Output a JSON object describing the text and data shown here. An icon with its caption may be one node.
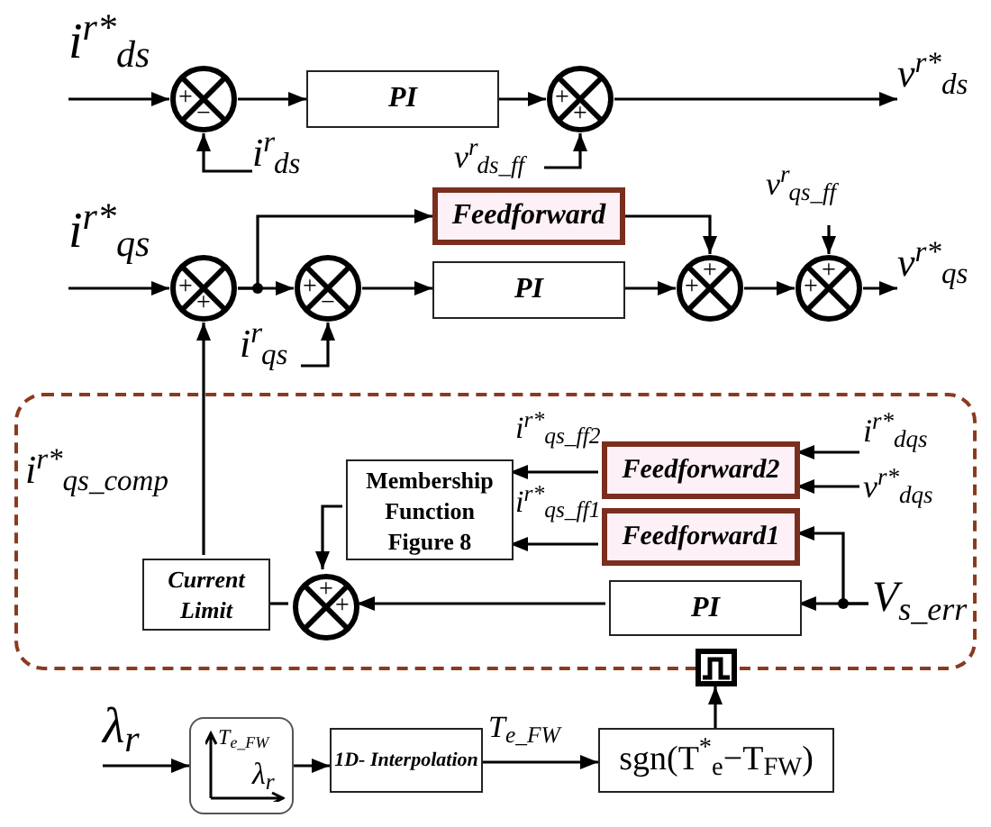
{
  "diagram": {
    "nodes": [
      {
        "text": [
          "i$^{r*}$$_{ds}$"
        ]
      },
      {
        "text": [
          "+",
          "−"
        ]
      },
      {
        "text": [
          "PI"
        ]
      },
      {
        "text": [
          "+",
          "+"
        ]
      },
      {
        "text": [
          "v$^{r*}$$_{ds}$"
        ]
      },
      {
        "text": [
          "i$^{r}$$_{ds}$"
        ]
      },
      {
        "text": [
          "v$^{r}$$_{ds_ff}$"
        ]
      },
      {
        "text": [
          "Feedforward"
        ]
      },
      {
        "text": [
          "v$^{r}$$_{qs_ff}$"
        ]
      },
      {
        "text": [
          "i$^{r*}$$_{qs}$"
        ]
      },
      {
        "text": [
          "+",
          "+"
        ]
      },
      {
        "text": [
          "+",
          "−"
        ]
      },
      {
        "text": [
          "PI"
        ]
      },
      {
        "text": [
          "+",
          "+"
        ]
      },
      {
        "text": [
          "+",
          "+"
        ]
      },
      {
        "text": [
          "v$^{r*}$$_{qs}$"
        ]
      },
      {
        "text": [
          "i$^{r}$$_{qs}$"
        ]
      },
      {
        "text": [],
        "shape": "box"
      },
      {
        "text": [
          "Membership Function Figure 8"
        ],
        "in": 17
      },
      {
        "text": [
          "Feedforward2"
        ],
        "in": 17
      },
      {
        "text": [
          "i$^{r*}$$_{dqs}$"
        ],
        "in": 17
      },
      {
        "text": [
          "v$^{r*}$$_{dqs}$"
        ],
        "in": 17
      },
      {
        "text": [
          "Feedforward1"
        ],
        "in": 17
      },
      {
        "text": [
          "Current Limit"
        ],
        "in": 17
      },
      {
        "text": [
          "+",
          "+"
        ],
        "in": 17
      },
      {
        "text": [
          "PI"
        ],
        "in": 17
      },
      {
        "text": [
          "V$_{s_err}$"
        ],
        "in": 17
      },
      {
        "text": [],
        "shape": "picture"
      },
      {
        "text": [
          "λ$_{r}$"
        ]
      },
      {
        "text": [
          "T$_{e_FW}$",
          "λ$_{r}$"
        ]
      },
      {
        "text": [
          "1D- Interpolation"
        ]
      },
      {
        "text": [
          "sgn(T$^{*}$$_{e}$−T$_{FW}$)"
        ]
      }
    ],
    "edges": [
      {
        "from": 0,
        "to": 1,
        "arrow": "to"
      },
      {
        "from": 1,
        "to": 2,
        "arrow": "to"
      },
      {
        "from": 2,
        "to": 3,
        "arrow": "to"
      },
      {
        "from": 3,
        "to": 4,
        "arrow": "to"
      },
      {
        "from": 5,
        "to": 1,
        "arrow": "to"
      },
      {
        "from": 6,
        "to": 3,
        "arrow": "to"
      },
      {
        "from": 9,
        "to": 10,
        "arrow": "to"
      },
      {
        "from": 10,
        "to": 11,
        "arrow": "to"
      },
      {
        "from": 10,
        "to": 7,
        "arrow": "to"
      },
      {
        "from": 11,
        "to": 12,
        "arrow": "to"
      },
      {
        "from": 12,
        "to": 13,
        "arrow": "to"
      },
      {
        "from": 7,
        "to": 13,
        "arrow": "to"
      },
      {
        "from": 13,
        "to": 14,
        "arrow": "to"
      },
      {
        "from": 8,
        "to": 14,
        "arrow": "to"
      },
      {
        "from": 14,
        "to": 15,
        "arrow": "to"
      },
      {
        "from": 16,
        "to": 11,
        "arrow": "to"
      },
      {
        "from": 23,
        "to": 10,
        "arrow": "to",
        "label": "i$^{r*}$$_{qs_comp}$"
      },
      {
        "from": 19,
        "to": 18,
        "arrow": "to",
        "label": "i$^{r*}$$_{qs_ff2}$"
      },
      {
        "from": 22,
        "to": 18,
        "arrow": "to",
        "label": "i$^{r*}$$_{qs_ff1}$"
      },
      {
        "from": 20,
        "to": 19,
        "arrow": "to"
      },
      {
        "from": 21,
        "to": 19,
        "arrow": "to"
      },
      {
        "from": 26,
        "to": 25,
        "arrow": "to"
      },
      {
        "from": 26,
        "to": 22,
        "arrow": "to"
      },
      {
        "from": 18,
        "to": 24,
        "arrow": "to"
      },
      {
        "from": 25,
        "to": 24,
        "arrow": "to"
      },
      {
        "from": 24,
        "to": 23,
        "arrow": "none"
      },
      {
        "from": 31,
        "to": 27,
        "arrow": "to"
      },
      {
        "from": 28,
        "to": 29,
        "arrow": "to"
      },
      {
        "from": 29,
        "to": 30,
        "arrow": "to"
      },
      {
        "from": 30,
        "to": 31,
        "arrow": "to",
        "label": "T$_{e_FW}$"
      }
    ]
  }
}
